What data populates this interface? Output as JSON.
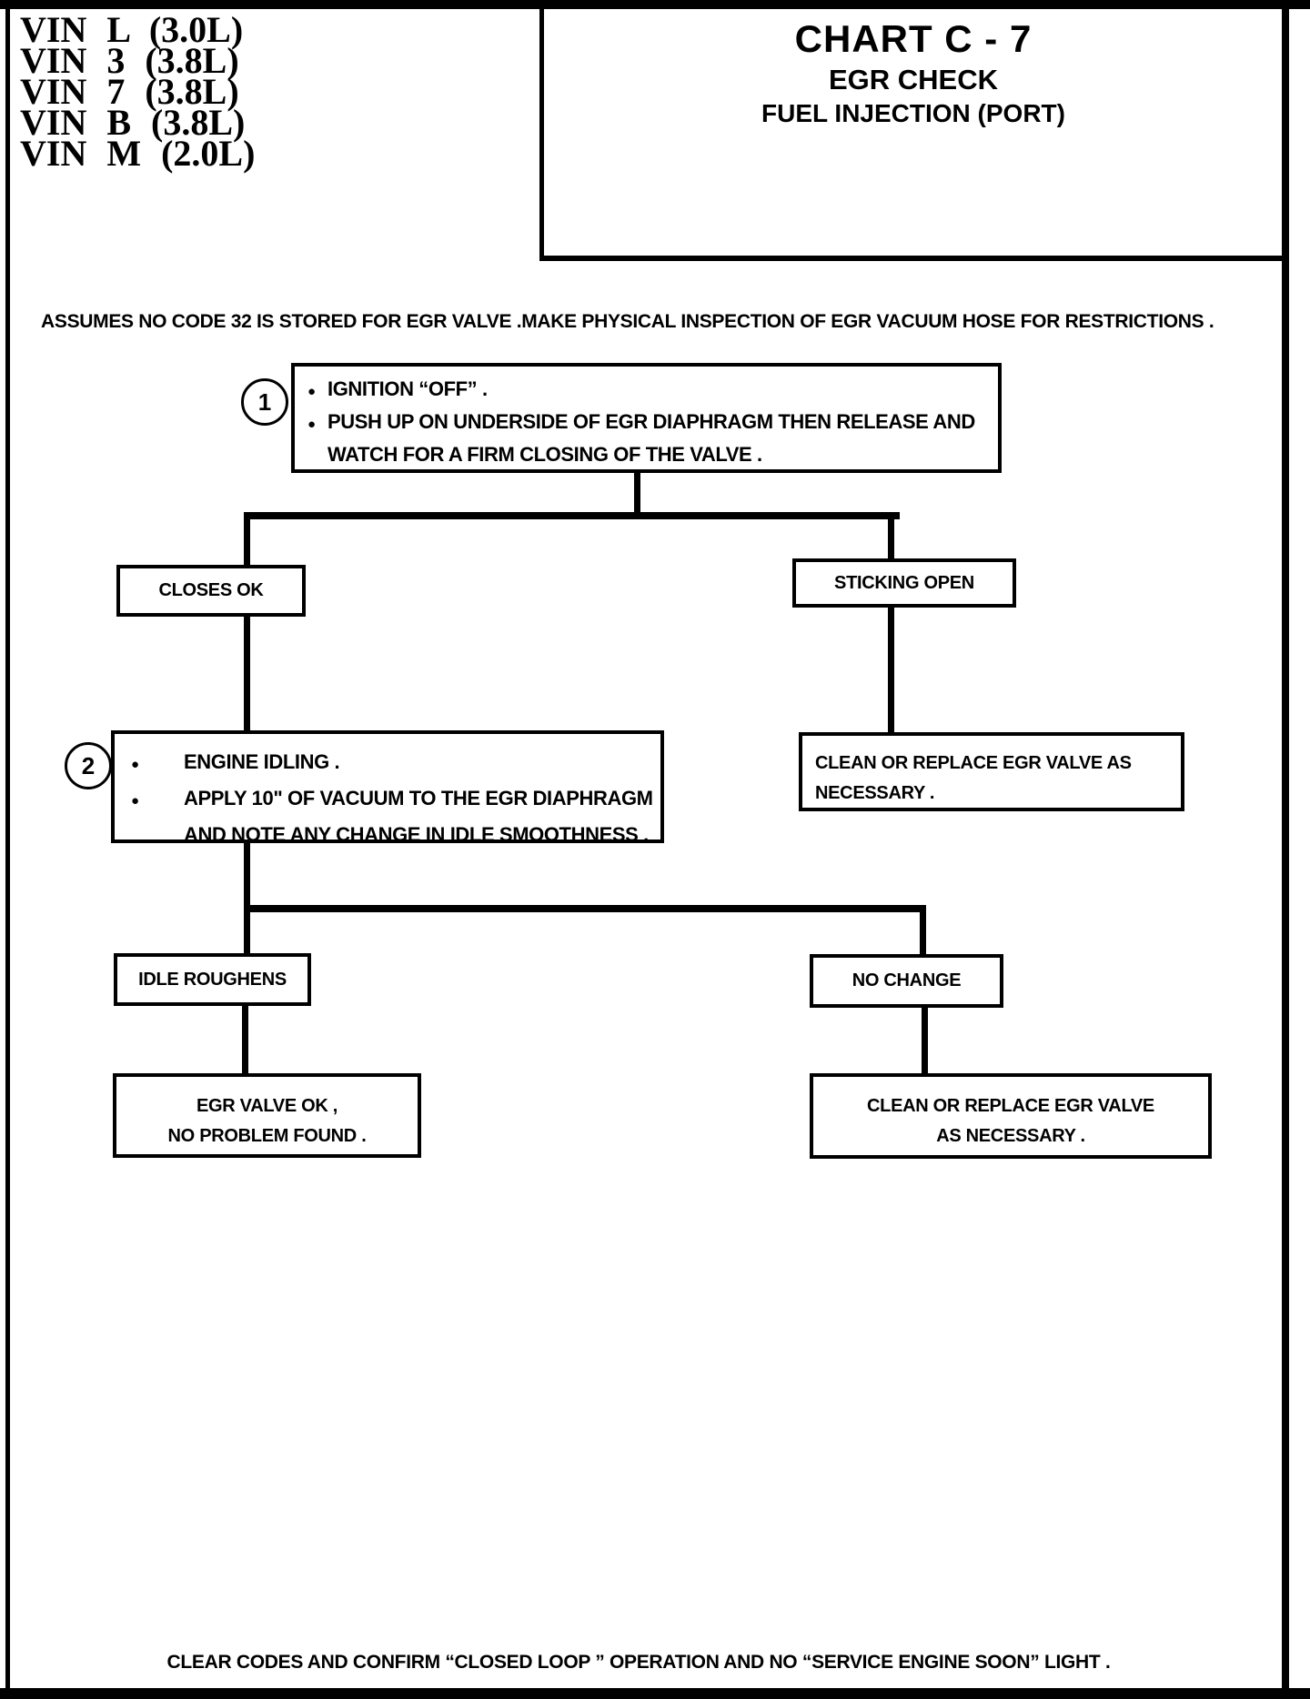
{
  "page": {
    "vin_list": [
      "VIN L (3.0L)",
      "VIN 3 (3.8L)",
      "VIN 7 (3.8L)",
      "VIN B (3.8L)",
      "VIN M (2.0L)"
    ],
    "title": {
      "line1": "CHART C - 7",
      "line2": "EGR CHECK",
      "line3": "FUEL INJECTION (PORT)"
    },
    "assumption": "ASSUMES NO CODE 32 IS STORED FOR EGR VALVE .MAKE PHYSICAL INSPECTION OF EGR VACUUM HOSE FOR RESTRICTIONS .",
    "footer": "CLEAR CODES AND CONFIRM “CLOSED LOOP ” OPERATION AND NO “SERVICE ENGINE SOON” LIGHT ."
  },
  "glyphs": {
    "bullet": "●"
  },
  "flowchart": {
    "step1": {
      "number": "1",
      "lines": [
        {
          "text": "IGNITION “OFF” ."
        },
        {
          "text": "PUSH UP ON UNDERSIDE OF EGR DIAPHRAGM THEN RELEASE AND"
        },
        {
          "text": "WATCH FOR A FIRM CLOSING OF THE VALVE ."
        }
      ]
    },
    "branch1": {
      "left": "CLOSES OK",
      "right": "STICKING OPEN"
    },
    "result_sticking": {
      "line1": "CLEAN OR REPLACE EGR VALVE AS",
      "line2": "NECESSARY ."
    },
    "step2": {
      "number": "2",
      "lines": [
        {
          "text": "ENGINE IDLING ."
        },
        {
          "text": "APPLY 10\" OF VACUUM TO THE EGR DIAPHRAGM"
        },
        {
          "text": "AND NOTE ANY CHANGE IN IDLE SMOOTHNESS ."
        }
      ]
    },
    "branch2": {
      "left": "IDLE ROUGHENS",
      "right": "NO CHANGE"
    },
    "result_ok": {
      "line1": "EGR VALVE OK ,",
      "line2": "NO PROBLEM FOUND ."
    },
    "result_nochange": {
      "line1": "CLEAN OR REPLACE EGR VALVE",
      "line2": "AS NECESSARY ."
    }
  },
  "colors": {
    "ink": "#000000",
    "paper": "#ffffff"
  }
}
